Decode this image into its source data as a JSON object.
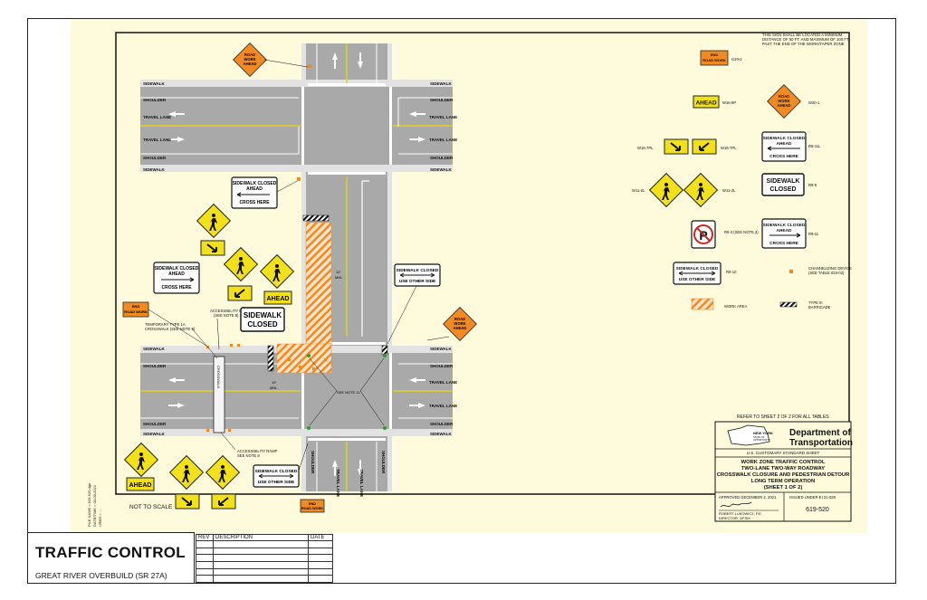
{
  "sheet": {
    "title": "TRAFFIC CONTROL",
    "subtitle": "GREAT RIVER OVERBUILD (SR 27A)",
    "revision_table": {
      "headers": [
        "REV",
        "DESCRIPTION",
        "DATE"
      ],
      "rows": [
        [
          "",
          "",
          ""
        ],
        [
          "",
          "",
          ""
        ],
        [
          "",
          "",
          ""
        ],
        [
          "",
          "",
          ""
        ],
        [
          "",
          "",
          ""
        ],
        [
          "",
          "",
          ""
        ]
      ]
    },
    "file_info": [
      "FILE NAME = 619-520.dgn",
      "DATE/TIME = 03-09-2021",
      "USER = ..."
    ]
  },
  "road_labels": {
    "shoulder": "SHOULDER",
    "travel_lane": "TRAVEL LANE",
    "sidewalk": "SIDEWALK"
  },
  "callouts": {
    "accessibility_ramp_upper": [
      "ACCESSIBILITY RAMP",
      "(SEE NOTE 8)"
    ],
    "temporary_crosswalk": [
      "TEMPORARY TYPE 1A",
      "CROSSWALK (SEE NOTE 9)"
    ],
    "accessibility_ramp_lower": [
      "ACCESSIBILITY RAMP",
      "SEE NOTE 8"
    ],
    "see_note_11": "SEE NOTE 11",
    "work_area_dim": [
      "10'",
      "MIN."
    ],
    "end_road_work": [
      "END",
      "ROAD WORK"
    ],
    "not_to_scale": "NOT TO SCALE",
    "work_width": [
      "12'",
      "MIN."
    ]
  },
  "signs": {
    "road_work_ahead": [
      "ROAD",
      "WORK",
      "AHEAD"
    ],
    "ahead": "AHEAD",
    "sidewalk_closed_ahead_cross_here": [
      "SIDEWALK CLOSED",
      "AHEAD",
      "CROSS HERE"
    ],
    "sidewalk_closed": [
      "SIDEWALK",
      "CLOSED"
    ],
    "sidewalk_closed_use_other_side": [
      "SIDEWALK CLOSED",
      "USE OTHER SIDE"
    ],
    "end_road_work": [
      "END",
      "ROAD WORK"
    ]
  },
  "legend": {
    "note_g20": "THIS SIGN SHALL BE LOCATED A MINIMUM DISTANCE OF 50 FT. AND MAXIMUM OF 100 FT. PAST THE END OF THE WORK/TAPER ZONE",
    "items": [
      {
        "code": "G20-2",
        "desc": ""
      },
      {
        "code": "W16-9P",
        "desc": ""
      },
      {
        "code": "W20-1",
        "desc": ""
      },
      {
        "code": "W16-7PL",
        "desc": ""
      },
      {
        "code": "W16-7PL",
        "desc": ""
      },
      {
        "code": "R9-11L",
        "desc": ""
      },
      {
        "code": "W11-2L",
        "desc": ""
      },
      {
        "code": "W11-2L",
        "desc": ""
      },
      {
        "code": "R9-9",
        "desc": ""
      },
      {
        "code": "R8-3 (SEE NOTE 3)",
        "desc": ""
      },
      {
        "code": "R9-11",
        "desc": ""
      },
      {
        "code": "R9-10",
        "desc": ""
      },
      {
        "code": "CHANNELIZING DEVICE",
        "desc": "(SEE TABLE 619-02)"
      },
      {
        "code": "WORK AREA",
        "desc": ""
      },
      {
        "code": "TYPE III",
        "desc": "BARRICADE"
      }
    ]
  },
  "nysdot": {
    "refer_note": "REFER TO SHEET 2 OF 2 FOR ALL TABLES",
    "department": [
      "Department of",
      "Transportation"
    ],
    "agency_mark": [
      "NEW YORK",
      "STATE OF",
      "OPPORTUNITY"
    ],
    "standard": "U.S. CUSTOMARY STANDARD SHEET",
    "sheet_title": [
      "WORK ZONE TRAFFIC CONTROL",
      "TWO-LANE TWO-WAY ROADWAY",
      "CROSSWALK CLOSURE AND PEDESTRIAN DETOUR",
      "LONG TERM OPERATION",
      "(SHEET 1 OF 2)"
    ],
    "approved": "APPROVED DECEMBER 2, 2021",
    "issued": "ISSUED UNDER EI 21-029",
    "signer_name": "ROBERT LUKOWICZ, P.E.",
    "signer_title": "DIRECTOR, OFSM",
    "sheet_number": "619-520"
  },
  "colors": {
    "background": "#fdfbdc",
    "pavement": "#a9a9a9",
    "sidewalk": "#e2e2e2",
    "sign_yellow": "#f2e11a",
    "sign_orange": "#f28a24",
    "work_area": "#f6a052",
    "lane_line": "#e0cf20"
  }
}
